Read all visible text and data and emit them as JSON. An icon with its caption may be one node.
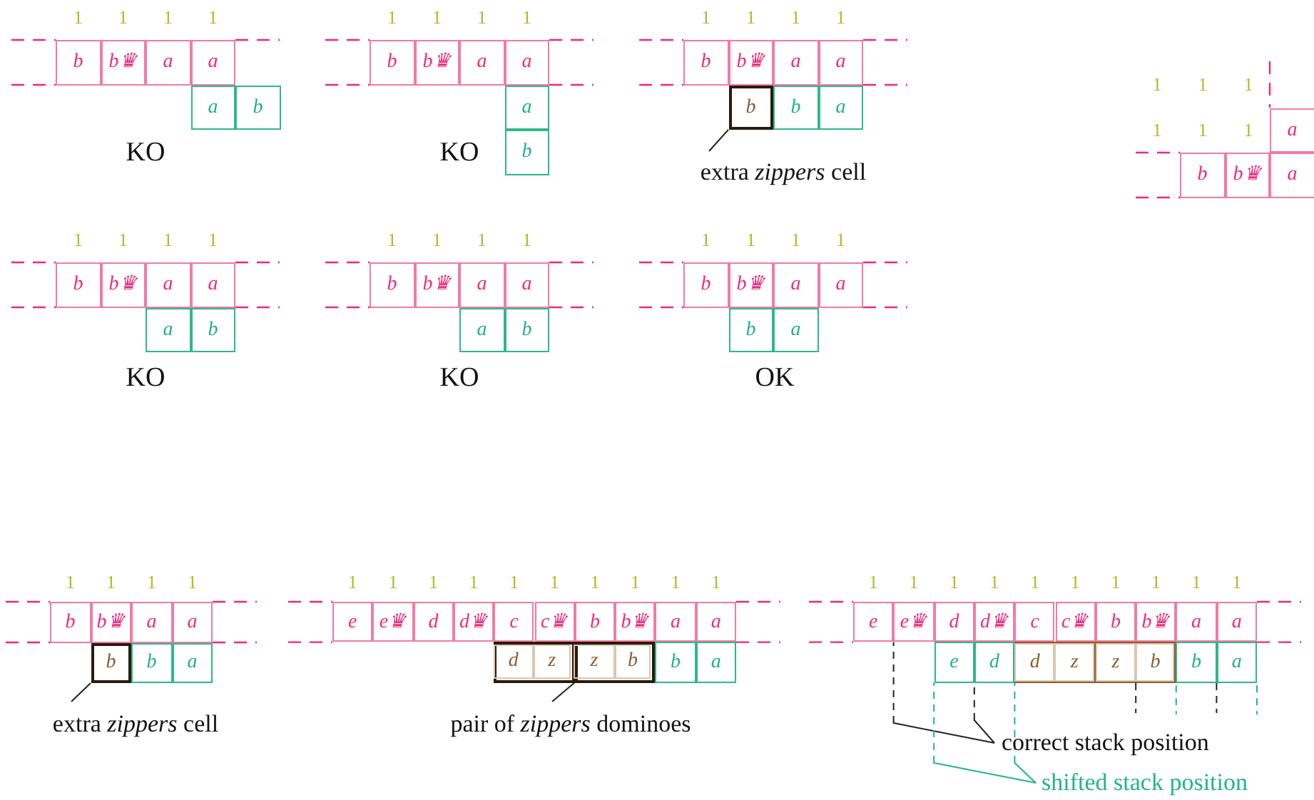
{
  "diagram": {
    "nodes": [
      {
        "text": [
          "b"
        ]
      },
      {
        "text": [
          "b♛"
        ]
      },
      {
        "text": [
          "a"
        ]
      },
      {
        "text": [
          "a"
        ]
      },
      {
        "text": [
          "a"
        ]
      },
      {
        "text": [
          "b"
        ]
      },
      {
        "text": [
          "b"
        ]
      },
      {
        "text": [
          "b♛"
        ]
      },
      {
        "text": [
          "a"
        ]
      },
      {
        "text": [
          "a"
        ]
      },
      {
        "text": [
          "a"
        ]
      },
      {
        "text": [
          "b"
        ]
      },
      {
        "text": [
          "b"
        ]
      },
      {
        "text": [
          "b♛"
        ]
      },
      {
        "text": [
          "a"
        ]
      },
      {
        "text": [
          "a"
        ]
      },
      {
        "text": [
          "b"
        ]
      },
      {
        "text": [
          "b"
        ]
      },
      {
        "text": [
          "a"
        ]
      },
      {
        "text": [
          "extra *zippers* cell"
        ]
      },
      {
        "text": [
          "a"
        ]
      },
      {
        "text": [
          "b"
        ]
      },
      {
        "text": [
          "b♛"
        ]
      },
      {
        "text": [
          "a"
        ]
      },
      {
        "text": [
          "b"
        ]
      },
      {
        "text": [
          "b♛"
        ]
      },
      {
        "text": [
          "a"
        ]
      },
      {
        "text": [
          "a"
        ]
      },
      {
        "text": [
          "a"
        ]
      },
      {
        "text": [
          "b"
        ]
      },
      {
        "text": [
          "b"
        ]
      },
      {
        "text": [
          "b♛"
        ]
      },
      {
        "text": [
          "a"
        ]
      },
      {
        "text": [
          "a"
        ]
      },
      {
        "text": [
          "a"
        ]
      },
      {
        "text": [
          "b"
        ]
      },
      {
        "text": [
          "b"
        ]
      },
      {
        "text": [
          "b♛"
        ]
      },
      {
        "text": [
          "a"
        ]
      },
      {
        "text": [
          "a"
        ]
      },
      {
        "text": [
          "b"
        ]
      },
      {
        "text": [
          "a"
        ]
      },
      {
        "text": [
          "b"
        ]
      },
      {
        "text": [
          "b♛"
        ]
      },
      {
        "text": [
          "a"
        ]
      },
      {
        "text": [
          "a"
        ]
      },
      {
        "text": [
          "b"
        ]
      },
      {
        "text": [
          "b"
        ]
      },
      {
        "text": [
          "a"
        ]
      },
      {
        "text": [
          "extra *zippers* cell"
        ]
      },
      {
        "text": [
          "e"
        ]
      },
      {
        "text": [
          "e♛"
        ]
      },
      {
        "text": [
          "d"
        ]
      },
      {
        "text": [
          "d♛"
        ]
      },
      {
        "text": [
          "c"
        ]
      },
      {
        "text": [
          "c♛"
        ]
      },
      {
        "text": [
          "b"
        ]
      },
      {
        "text": [
          "b♛"
        ]
      },
      {
        "text": [
          "a"
        ]
      },
      {
        "text": [
          "a"
        ]
      },
      {
        "text": [],
        "shape": "box"
      },
      {
        "text": [
          "d"
        ],
        "in": 60
      },
      {
        "text": [
          "z"
        ],
        "in": 60
      },
      {
        "text": [],
        "shape": "box"
      },
      {
        "text": [
          "z"
        ],
        "in": 63
      },
      {
        "text": [
          "b"
        ],
        "in": 63
      },
      {
        "text": [
          "b"
        ]
      },
      {
        "text": [
          "a"
        ]
      },
      {
        "text": [
          "pair of *zippers* dominoes"
        ]
      },
      {
        "text": [
          "e"
        ]
      },
      {
        "text": [
          "e♛"
        ]
      },
      {
        "text": [
          "d"
        ]
      },
      {
        "text": [
          "d♛"
        ]
      },
      {
        "text": [
          "c"
        ]
      },
      {
        "text": [
          "c♛"
        ]
      },
      {
        "text": [
          "b"
        ]
      },
      {
        "text": [
          "b♛"
        ]
      },
      {
        "text": [
          "a"
        ]
      },
      {
        "text": [
          "a"
        ]
      },
      {
        "text": [
          "e"
        ]
      },
      {
        "text": [
          "d"
        ]
      },
      {
        "text": [],
        "shape": "box"
      },
      {
        "text": [
          "d"
        ],
        "in": 81
      },
      {
        "text": [
          "z"
        ],
        "in": 81
      },
      {
        "text": [],
        "shape": "box"
      },
      {
        "text": [
          "z"
        ],
        "in": 84
      },
      {
        "text": [
          "b"
        ],
        "in": 84
      },
      {
        "text": [
          "b"
        ]
      },
      {
        "text": [
          "a"
        ]
      },
      {
        "text": [
          "correct stack position"
        ]
      },
      {
        "text": [
          "shifted stack position"
        ]
      }
    ],
    "edges": [
      {
        "from": 19,
        "to": 16,
        "arrow": "none"
      },
      {
        "from": 49,
        "to": 46,
        "arrow": "none"
      },
      {
        "from": 68,
        "to": 63,
        "arrow": "none"
      },
      {
        "from": 89,
        "to": 69,
        "arrow": "none",
        "style": "dashed"
      },
      {
        "from": 89,
        "to": 71,
        "arrow": "none",
        "style": "dashed"
      },
      {
        "from": 90,
        "to": 79,
        "arrow": "none",
        "style": "dashed",
        "color": "#22b58a"
      },
      {
        "from": 90,
        "to": 80,
        "arrow": "none",
        "style": "dashed",
        "color": "#22b58a"
      }
    ],
    "labels": [
      "1",
      "1",
      "1",
      "1",
      "KO",
      "1",
      "1",
      "1",
      "1",
      "KO",
      "1",
      "1",
      "1",
      "1",
      "1",
      "1",
      "1",
      "1",
      "1",
      "1",
      "1",
      "1",
      "1",
      "1",
      "KO",
      "1",
      "1",
      "1",
      "1",
      "KO",
      "1",
      "1",
      "1",
      "1",
      "OK",
      "1",
      "1",
      "1",
      "1",
      "1",
      "1",
      "1",
      "1",
      "1",
      "1",
      "1",
      "1",
      "1",
      "1",
      "1",
      "1",
      "1",
      "1",
      "1",
      "1",
      "1",
      "1",
      "1",
      "1"
    ]
  }
}
